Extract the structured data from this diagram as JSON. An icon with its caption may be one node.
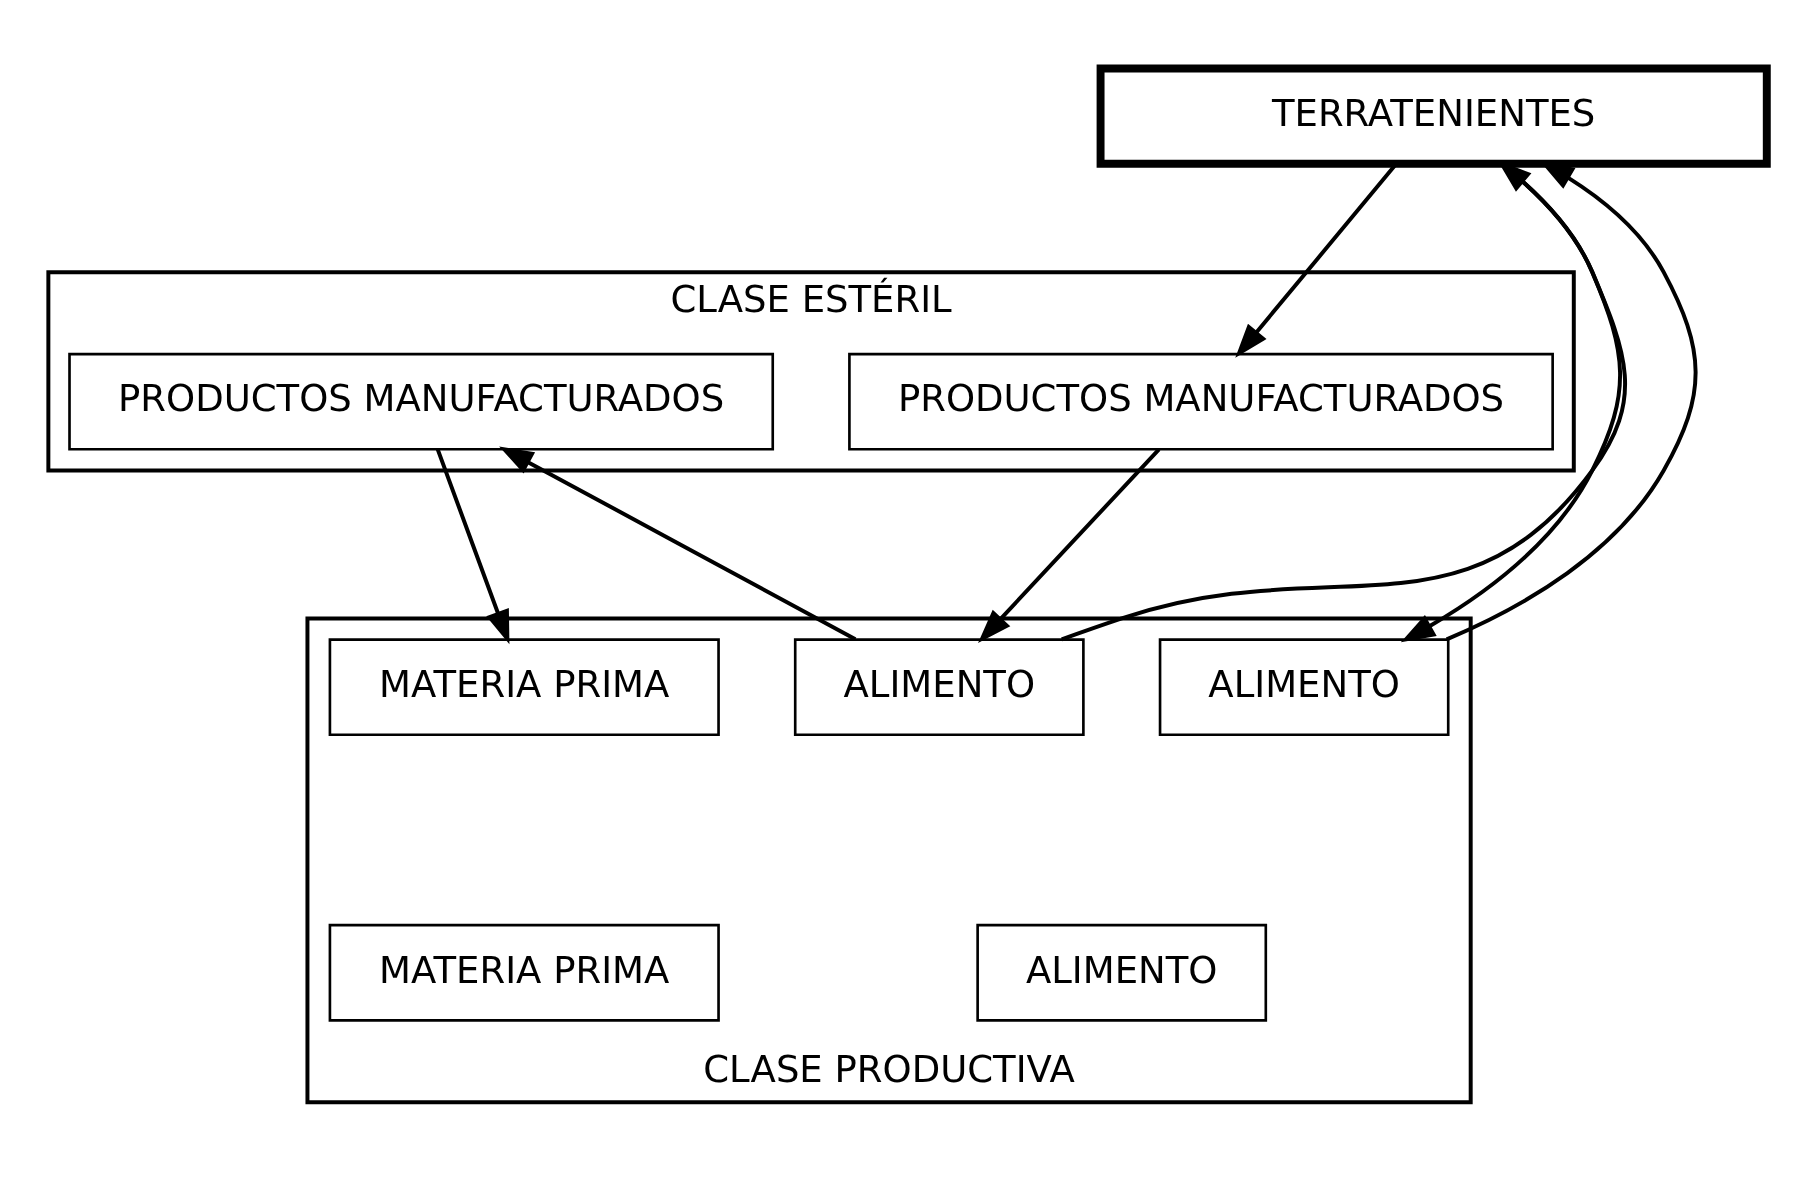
{
  "diagram": {
    "nodes": [
      {
        "text": [
          "TERRATENIENTES"
        ]
      },
      {
        "text": [
          "CLASE ESTÉRIL"
        ]
      },
      {
        "text": [
          "PRODUCTOS MANUFACTURADOS"
        ],
        "in": 1
      },
      {
        "text": [
          "PRODUCTOS MANUFACTURADOS"
        ],
        "in": 1
      },
      {
        "text": [
          "CLASE PRODUCTIVA"
        ]
      },
      {
        "text": [
          "ALIMENTO"
        ],
        "in": 4
      },
      {
        "text": [
          "ALIMENTO"
        ],
        "in": 4
      },
      {
        "text": [
          "MATERIA PRIMA"
        ],
        "in": 4
      },
      {
        "text": [
          "ALIMENTO"
        ],
        "in": 4
      },
      {
        "text": [
          "MATERIA PRIMA"
        ],
        "in": 4
      }
    ],
    "edges": [
      {
        "from": 0,
        "to": 5,
        "arrow": "to"
      },
      {
        "from": 5,
        "to": 0,
        "arrow": "to"
      },
      {
        "from": 0,
        "to": 2,
        "arrow": "to"
      },
      {
        "from": 6,
        "to": 0,
        "arrow": "to"
      },
      {
        "from": 2,
        "to": 6,
        "arrow": "to"
      },
      {
        "from": 6,
        "to": 3,
        "arrow": "to"
      },
      {
        "from": 3,
        "to": 7,
        "arrow": "to"
      }
    ]
  }
}
